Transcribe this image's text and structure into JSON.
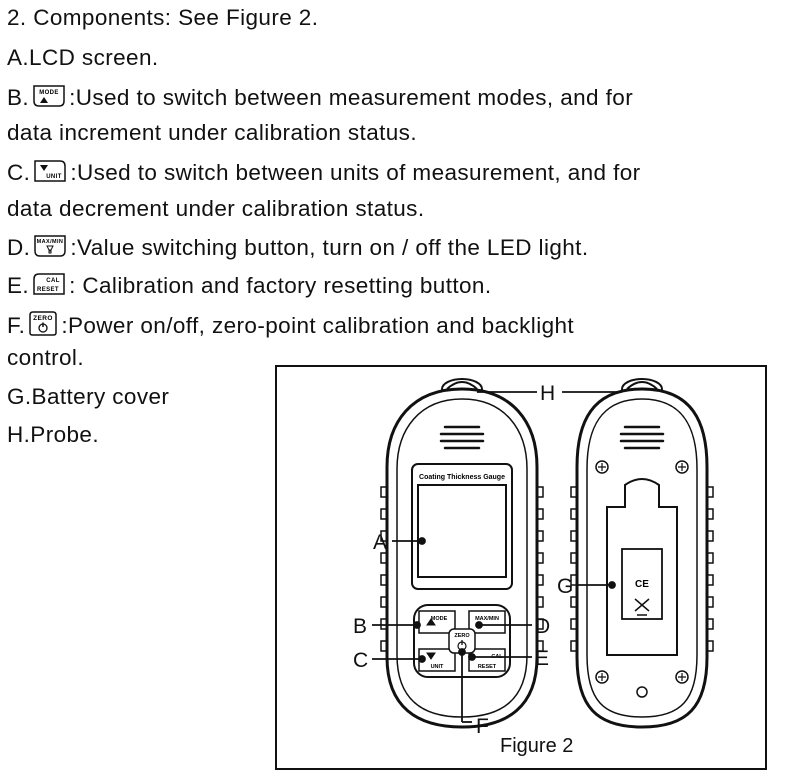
{
  "heading": "2. Components: See Figure 2.",
  "items": {
    "a": "A.LCD screen.",
    "b_prefix": "B.",
    "b_text": ":Used to switch between measurement modes, and for",
    "b_cont": "data increment under calibration status.",
    "c_prefix": "C.",
    "c_text": ":Used to switch between units of measurement, and for",
    "c_cont": "data decrement under calibration status.",
    "d_prefix": "D.",
    "d_text": ":Value switching button, turn on / off the LED light.",
    "e_prefix": "E.",
    "e_text": ": Calibration and factory resetting button.",
    "f_prefix": "F.",
    "f_text": ":Power on/off, zero-point calibration and backlight",
    "f_cont": "control.",
    "g": "G.Battery cover",
    "h": "H.Probe."
  },
  "icons": {
    "mode": "MODE",
    "unit": "UNIT",
    "maxmin": "MAX/MIN",
    "cal": "CAL",
    "reset": "RESET",
    "zero": "ZERO"
  },
  "figure": {
    "caption": "Figure 2",
    "device_label": "Coating Thickness Gauge",
    "callouts": {
      "a": "A",
      "b": "B",
      "c": "C",
      "d": "D",
      "e": "E",
      "f": "F",
      "g": "G",
      "h": "H"
    },
    "ce_mark": "CE"
  }
}
